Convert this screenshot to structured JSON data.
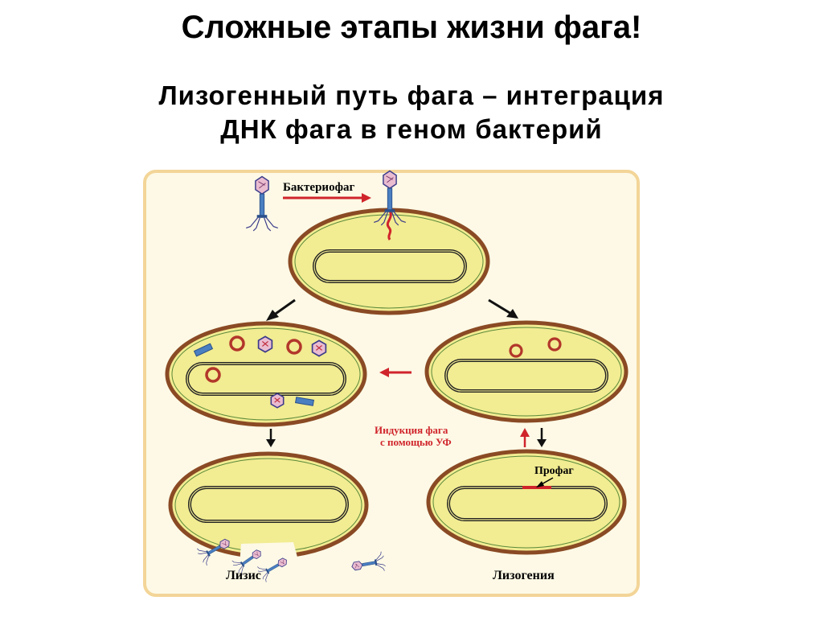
{
  "slide": {
    "title": "Сложные этапы жизни фага!",
    "subtitle_line1": "Лизогенный путь фага – интеграция",
    "subtitle_line2": "ДНК  фага в геном бактерий"
  },
  "diagram": {
    "label_bacteriophage": "Бактериофаг",
    "label_induction_line1": "Индукция фага",
    "label_induction_line2": "с помощью УФ",
    "label_prophage": "Профаг",
    "label_lysis": "Лизис",
    "label_lysogeny": "Лизогения"
  },
  "colors": {
    "panel_bg": "#fdf9e6",
    "panel_border": "#f3d598",
    "cell_fill": "#f2ec92",
    "cell_wall": "#8a4a24",
    "dna": "#222222",
    "red": "#d0242b",
    "phage_blue": "#4a7fc1"
  }
}
